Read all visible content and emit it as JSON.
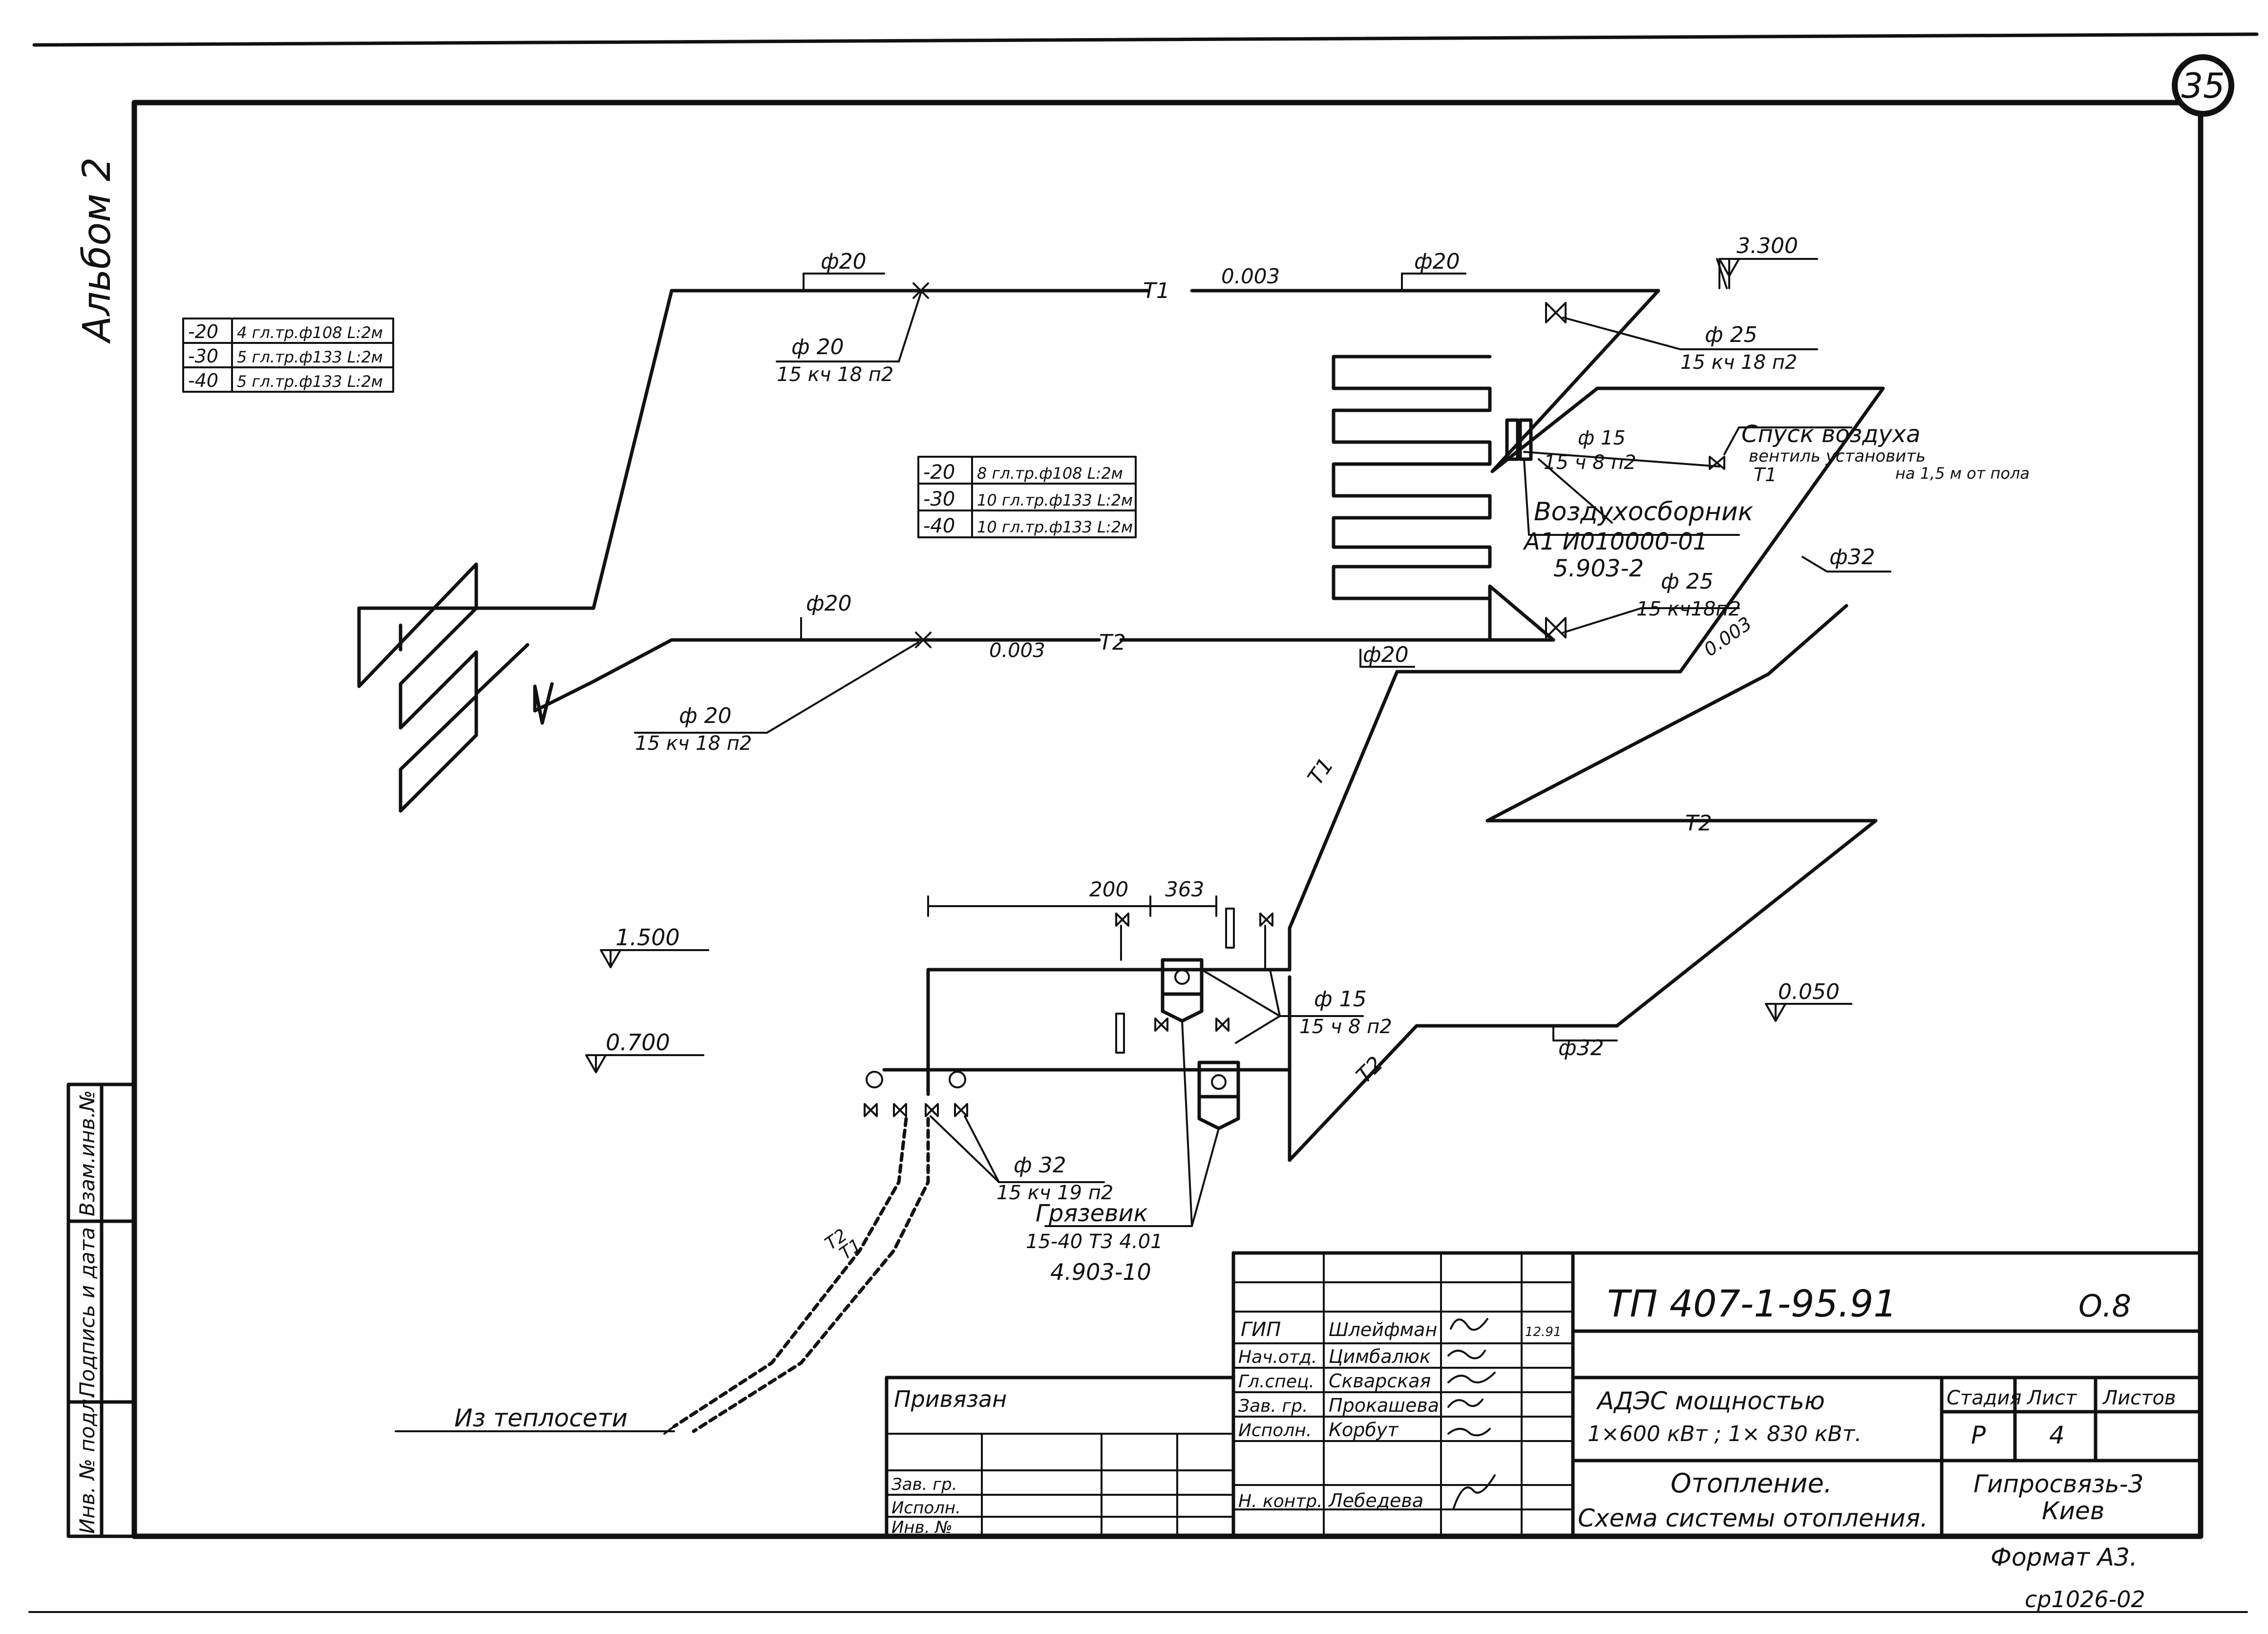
{
  "sheet": {
    "album_label": "Альбом 2",
    "page_number": "35",
    "format_label": "Формат А3.",
    "archive_number": "ср1026-02"
  },
  "side_stamp": {
    "inv_no_podl": "Инв. № подл.",
    "signature_date": "Подпись и дата",
    "vzam_inv": "Взам.инв.№"
  },
  "pipe_specs": {
    "left_table": [
      {
        "temp": "-20",
        "spec": "4 гл.тр.ф108 L:2м"
      },
      {
        "temp": "-30",
        "spec": "5 гл.тр.ф133 L:2м"
      },
      {
        "temp": "-40",
        "spec": "5 гл.тр.ф133 L:2м"
      }
    ],
    "mid_table": [
      {
        "temp": "-20",
        "spec": "8 гл.тр.ф108 L:2м"
      },
      {
        "temp": "-30",
        "spec": "10 гл.тр.ф133 L:2м"
      },
      {
        "temp": "-40",
        "spec": "10 гл.тр.ф133 L:2м"
      }
    ]
  },
  "labels": {
    "d20_a": "ф20",
    "d20_b": "ф20",
    "d20_c": "ф20",
    "d20_d": "ф20",
    "d20_valve_top": "ф 20",
    "valve_top_code": "15 кч 18 п2",
    "d20_valve_bottom": "ф 20",
    "valve_bottom_code": "15 кч 18 п2",
    "d25_top": "ф 25",
    "d25_top_code": "15 кч 18 п2",
    "d15_air": "ф 15",
    "d15_air_code": "15 ч 8 п2",
    "air_release": "Спуск воздуха",
    "valve_note_1": "вентиль установить",
    "valve_note_2": "на 1,5 м от пола",
    "air_collector": "Воздухосборник",
    "air_collector_code_1": "А1 И010000-01",
    "air_collector_code_2": "5.903-2",
    "d25_bottom": "ф 25",
    "d25_bottom_code": "15 кч18п2",
    "d32_right": "ф32",
    "d32_bottom": "ф32",
    "slope_top": "0.003",
    "slope_bottom": "0.003",
    "slope_right": "0.003",
    "t1_top": "Т1",
    "t1_air": "Т1",
    "t1_riser": "Т1",
    "t2_main": "Т2",
    "t2_right": "Т2",
    "t2_bottom": "Т2",
    "elev_3300": "3.300",
    "elev_1500": "1.500",
    "elev_0700": "0.700",
    "elev_0050": "0.050",
    "dim_200": "200",
    "dim_363": "363",
    "d15_mud": "ф 15",
    "d15_mud_code": "15 ч 8 п2",
    "d32_mud": "ф 32",
    "d32_mud_code": "15 кч 19 п2",
    "mud_trap": "Грязевик",
    "mud_trap_code_1": "15-40   Т3 4.01",
    "mud_trap_code_2": "4.903-10",
    "from_network": "Из теплосети",
    "pipe_t1_tag": "Т1",
    "pipe_t2_tag": "Т2"
  },
  "title_block": {
    "doc_code": "ТП 407-1-95.91",
    "sheet_code": "О.8",
    "roles": [
      {
        "role": "ГИП",
        "name": "Шлейфман"
      },
      {
        "role": "Нач.отд.",
        "name": "Цимбалюк"
      },
      {
        "role": "Гл.спец.",
        "name": "Скварская"
      },
      {
        "role": "Зав. гр.",
        "name": "Прокашева"
      },
      {
        "role": "Исполн.",
        "name": "Корбут"
      },
      {
        "role": "Н. контр.",
        "name": "Лебедева"
      }
    ],
    "signature_date": "12.91",
    "bound_label": "Привязан",
    "left_rows": [
      "Зав. гр.",
      "Исполн.",
      "Инв. №"
    ],
    "object_line_1": "АДЭС   мощностью",
    "object_line_2": "1×600 кВт ;  1× 830 кВт.",
    "stage_head": "Стадия",
    "sheet_head": "Лист",
    "sheets_head": "Листов",
    "stage_val": "Р",
    "sheet_val": "4",
    "sheets_val": "",
    "title_line_1": "Отопление.",
    "title_line_2": "Схема системы отопления.",
    "org_line_1": "Гипросвязь-3",
    "org_line_2": "Киев"
  }
}
